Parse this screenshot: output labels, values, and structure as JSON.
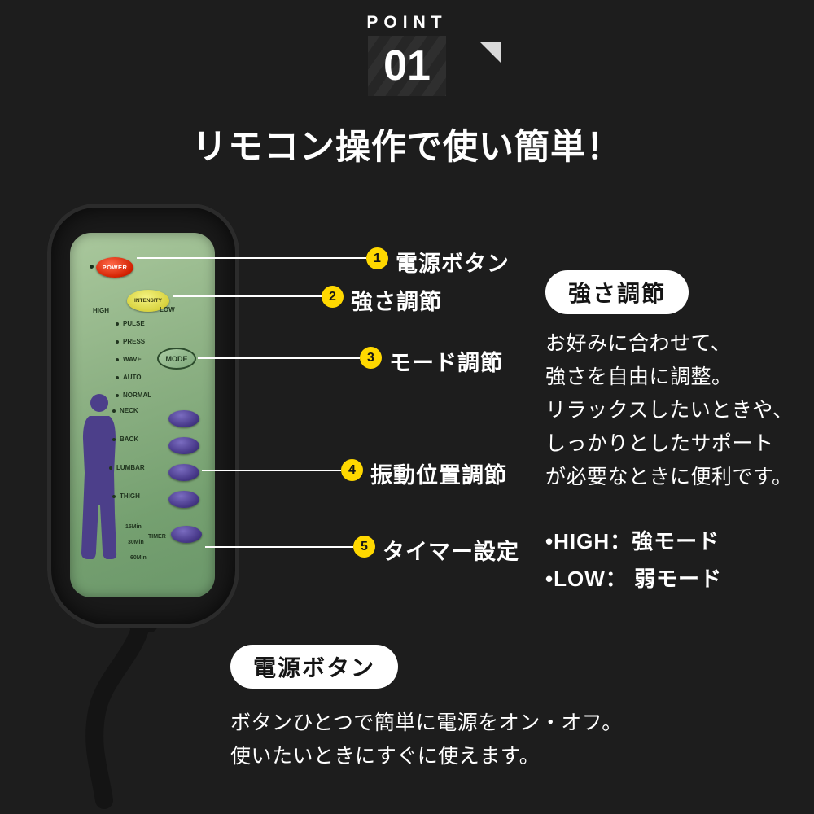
{
  "point": {
    "label": "POINT",
    "number": "01"
  },
  "heading": "リモコン操作で使い簡単！",
  "remote": {
    "power_label": "POWER",
    "intensity_label": "INTENSITY",
    "high_label": "HIGH",
    "low_label": "LOW",
    "modes": [
      "PULSE",
      "PRESS",
      "WAVE",
      "AUTO",
      "NORMAL"
    ],
    "mode_button": "MODE",
    "body_parts": [
      "NECK",
      "BACK",
      "LUMBAR",
      "THIGH"
    ],
    "timer_options": [
      "15Min",
      "30Min",
      "60Min"
    ],
    "timer_label": "TIMER"
  },
  "callouts": [
    {
      "number": "1",
      "label": "電源ボタン"
    },
    {
      "number": "2",
      "label": "強さ調節"
    },
    {
      "number": "3",
      "label": "モード調節"
    },
    {
      "number": "4",
      "label": "振動位置調節"
    },
    {
      "number": "5",
      "label": "タイマー設定"
    }
  ],
  "intensity_section": {
    "title": "強さ調節",
    "line1": "お好みに合わせて、",
    "line2": "強さを自由に調整。",
    "line3": "リラックスしたいときや、",
    "line4": "しっかりとしたサポート",
    "line5": "が必要なときに便利です。",
    "bullets": [
      {
        "term": "•HIGH",
        "desc": "：強モード"
      },
      {
        "term": "•LOW",
        "desc": "： 弱モード"
      }
    ]
  },
  "power_section": {
    "title": "電源ボタン",
    "line1": "ボタンひとつで簡単に電源をオン・オフ。",
    "line2": "使いたいときにすぐに使えます。"
  },
  "colors": {
    "background": "#1d1d1d",
    "accent_yellow": "#ffd800",
    "panel_green": "#8db184",
    "power_red": "#d22000",
    "intensity_yellow": "#e7e052",
    "button_purple": "#4a3b8c",
    "text_white": "#ffffff"
  }
}
